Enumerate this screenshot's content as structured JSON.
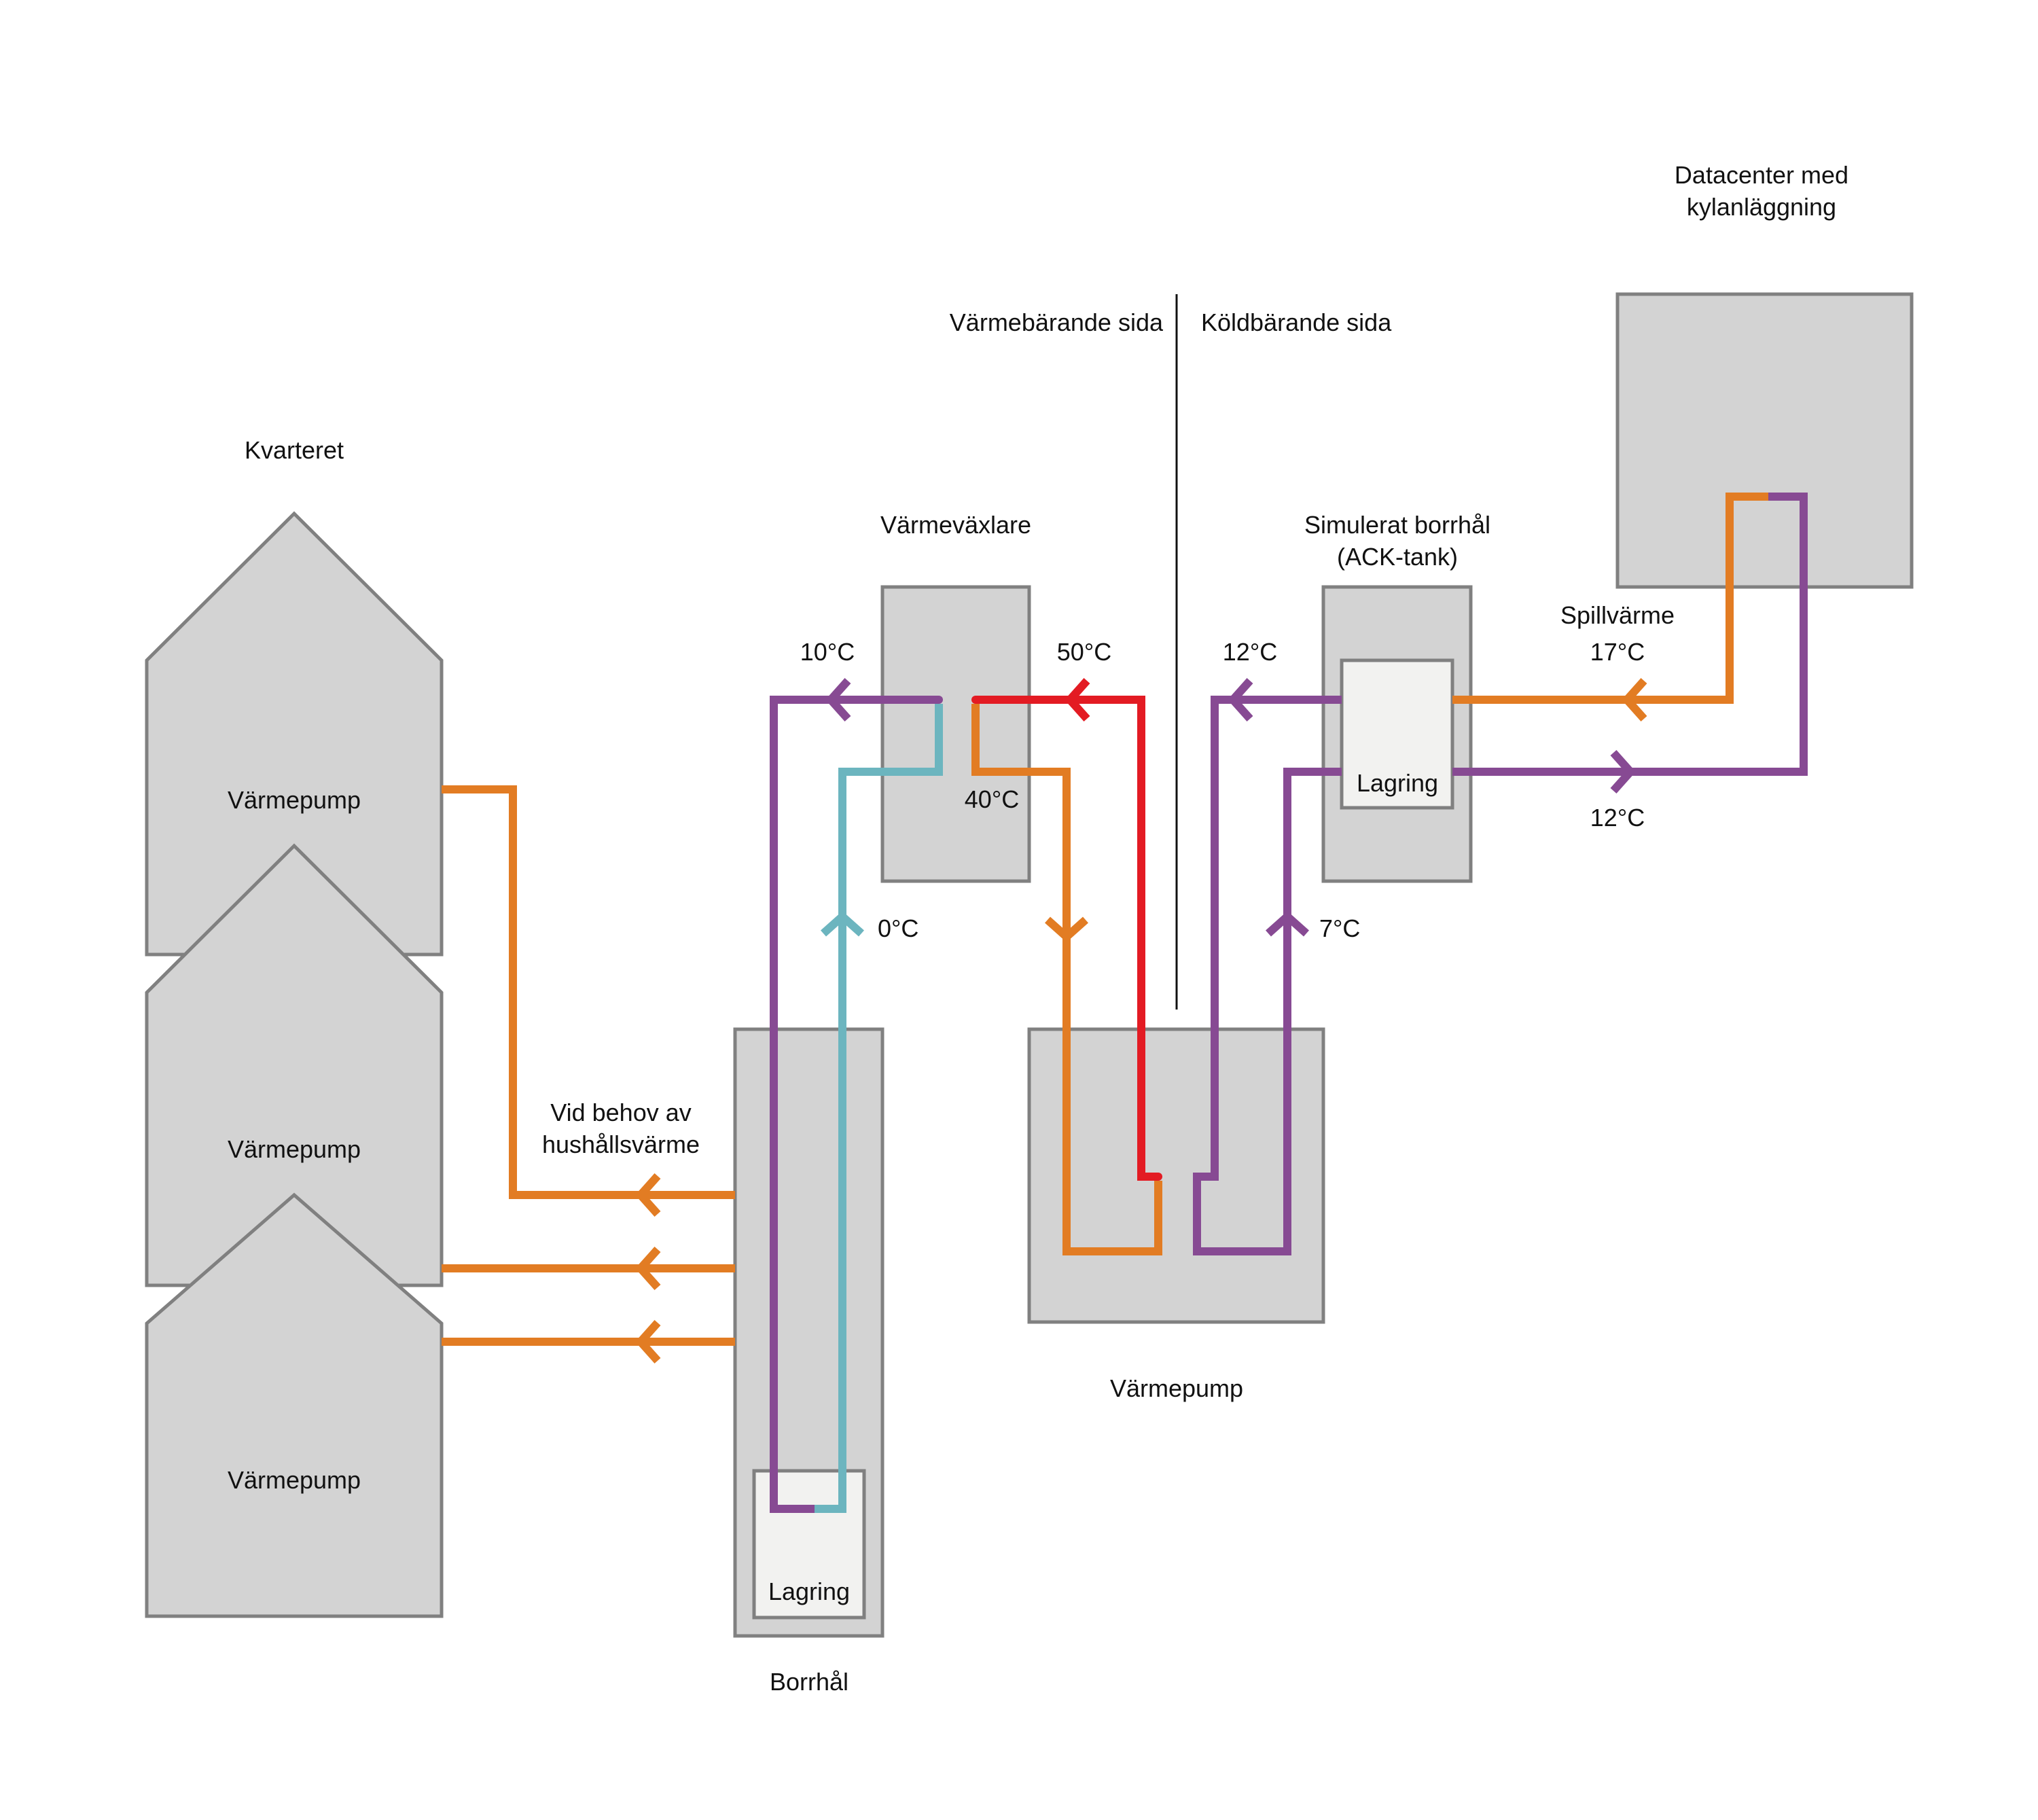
{
  "colors": {
    "box_fill": "#d3d3d3",
    "box_stroke": "#808080",
    "storage_fill": "#f2f2f0",
    "orange": "#e27c23",
    "purple": "#874a93",
    "red": "#e31b23",
    "teal": "#6cb5bf"
  },
  "labels": {
    "kvarteret": "Kvarteret",
    "house_heat_pump": [
      "Värmepump",
      "Värmepump",
      "Värmepump"
    ],
    "household_heat_line1": "Vid behov av",
    "household_heat_line2": "hushållsvärme",
    "borehole": "Borrhål",
    "borehole_storage": "Lagring",
    "heat_exchanger": "Värmeväxlare",
    "heat_pump": "Värmepump",
    "heat_side": "Värmebärande sida",
    "cold_side": "Köldbärande sida",
    "ack_line1": "Simulerat borrhål",
    "ack_line2": "(ACK-tank)",
    "ack_storage": "Lagring",
    "datacenter_line1": "Datacenter med",
    "datacenter_line2": "kylanläggning",
    "waste_heat": "Spillvärme"
  },
  "temperatures": {
    "hx_purple_out": "10°C",
    "hx_red_in": "50°C",
    "hx_orange_out": "40°C",
    "teal_up": "0°C",
    "ack_purple_out": "12°C",
    "purple_up": "7°C",
    "waste_heat_in": "17°C",
    "datacenter_return": "12°C"
  }
}
